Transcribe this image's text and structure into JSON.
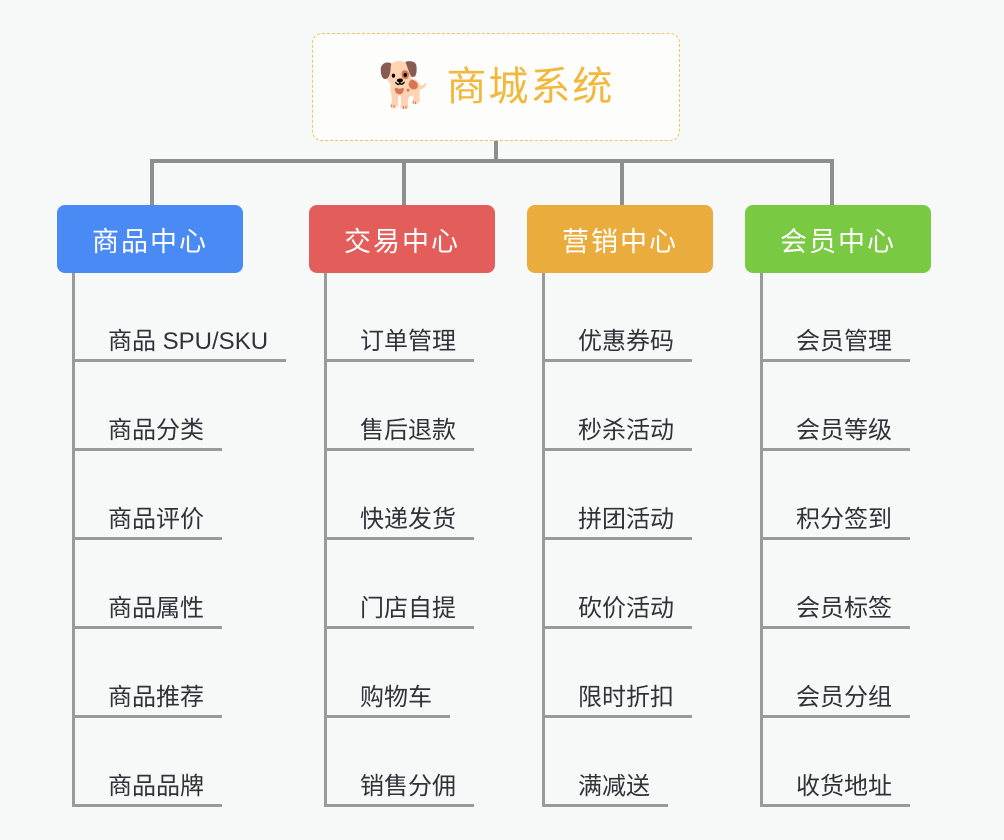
{
  "root": {
    "icon": "shiba-dog-face-emoji",
    "emoji": "🐕",
    "title": "商城系统",
    "border_color": "#f0c45a",
    "text_color": "#f2b83c"
  },
  "background_color": "#f7f8f8",
  "connector_color": "#8e8e8e",
  "columns": [
    {
      "id": "product-center",
      "label": "商品中心",
      "color": "#4a8af4",
      "items": [
        "商品 SPU/SKU",
        "商品分类",
        "商品评价",
        "商品属性",
        "商品推荐",
        "商品品牌"
      ]
    },
    {
      "id": "trade-center",
      "label": "交易中心",
      "color": "#e35d5b",
      "items": [
        "订单管理",
        "售后退款",
        "快递发货",
        "门店自提",
        "购物车",
        "销售分佣"
      ]
    },
    {
      "id": "marketing-center",
      "label": "营销中心",
      "color": "#eaac3c",
      "items": [
        "优惠券码",
        "秒杀活动",
        "拼团活动",
        "砍价活动",
        "限时折扣",
        "满减送"
      ]
    },
    {
      "id": "member-center",
      "label": "会员中心",
      "color": "#7ac943",
      "items": [
        "会员管理",
        "会员等级",
        "积分签到",
        "会员标签",
        "会员分组",
        "收货地址"
      ]
    }
  ]
}
